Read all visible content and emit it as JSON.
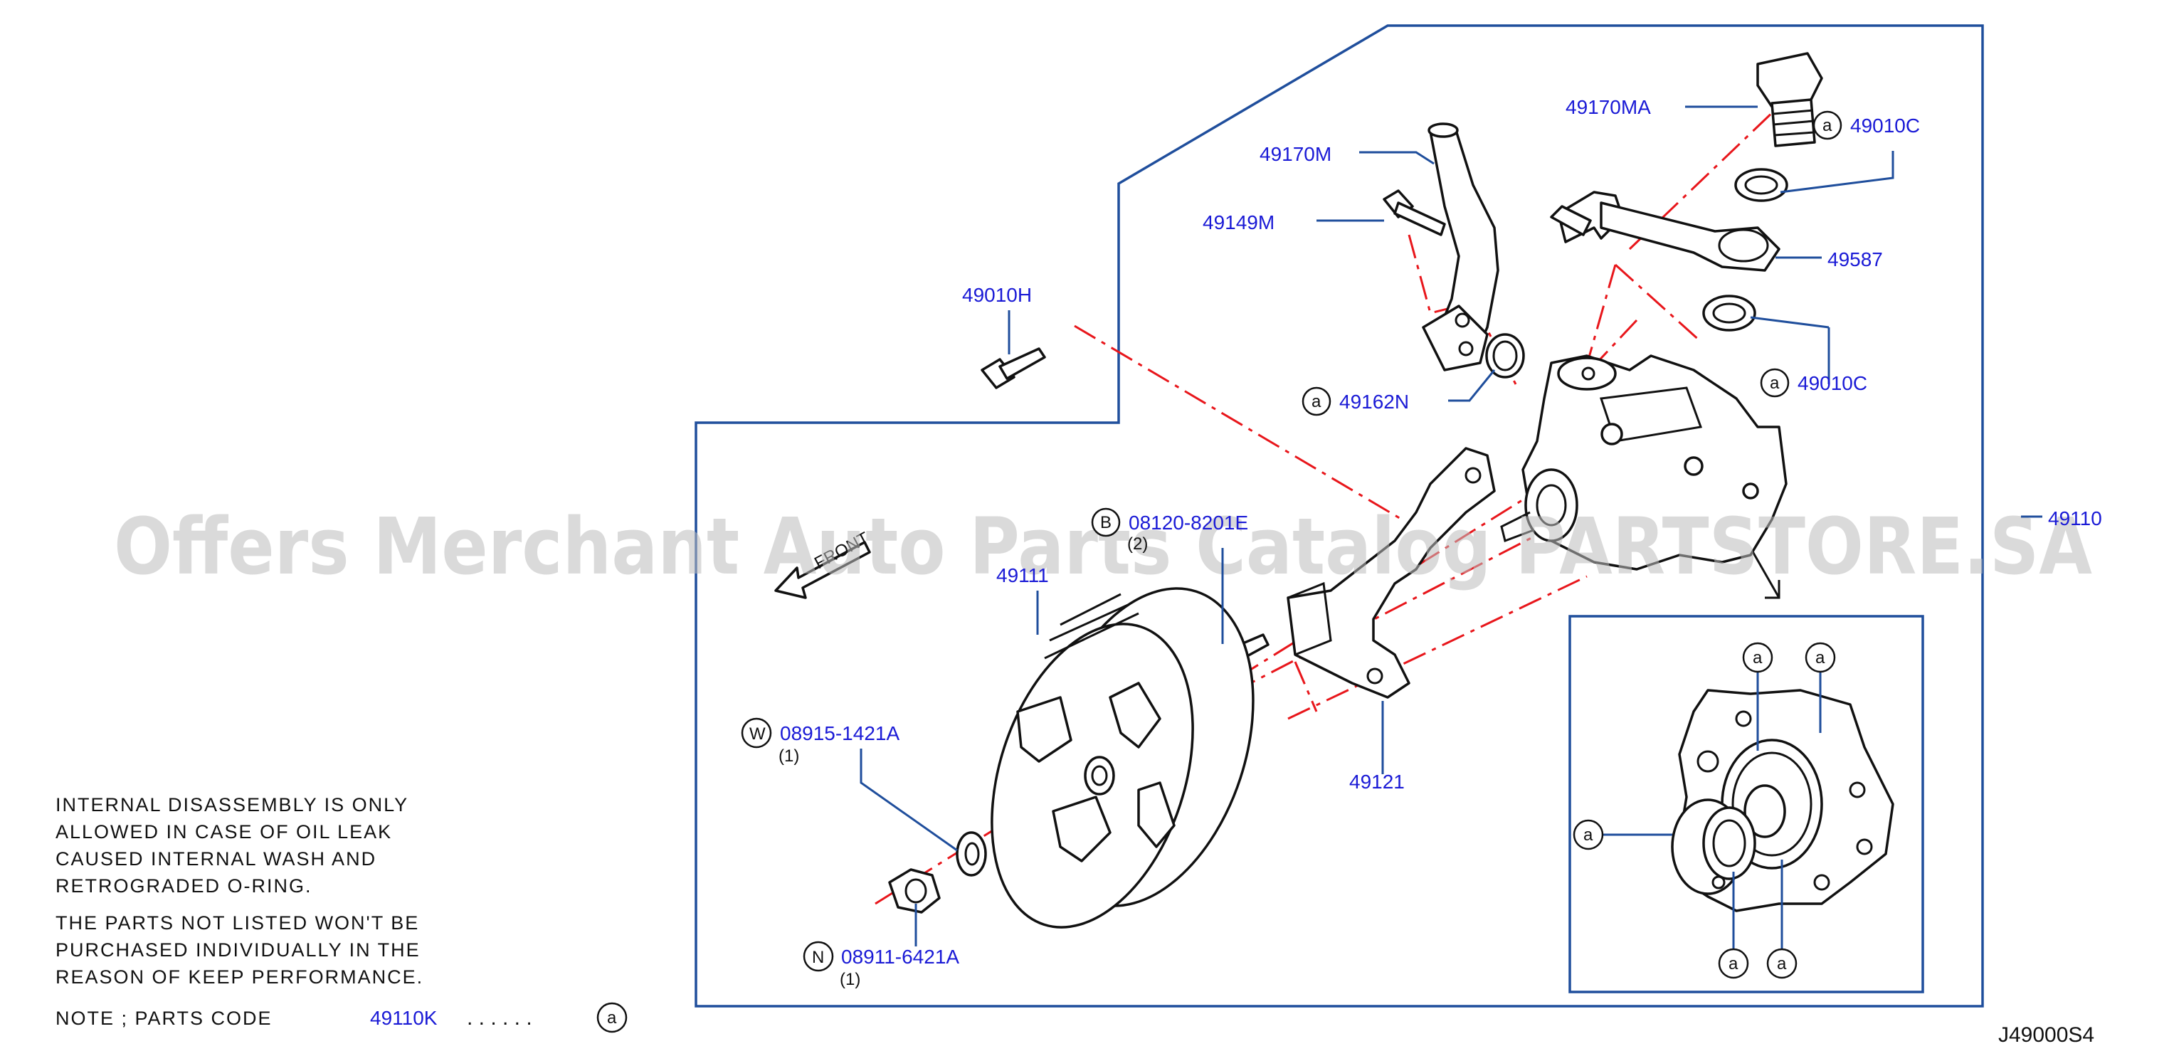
{
  "diagram_code": "J49000S4",
  "watermark": "Offers Merchant Auto Parts Catalog PARTSTORE.SA",
  "front_label": "FRONT",
  "callouts": [
    {
      "code": "49170MA"
    },
    {
      "code": "49010C",
      "symbol": "a"
    },
    {
      "code": "49170M"
    },
    {
      "code": "49149M"
    },
    {
      "code": "49587"
    },
    {
      "code": "49010H"
    },
    {
      "code": "49010C",
      "symbol": "a"
    },
    {
      "code": "49162N",
      "symbol": "a"
    },
    {
      "code": "49110"
    },
    {
      "code": "08120-8201E",
      "symbol": "B",
      "qty": "(2)"
    },
    {
      "code": "49111"
    },
    {
      "code": "08915-1421A",
      "symbol": "W",
      "qty": "(1)"
    },
    {
      "code": "49121"
    },
    {
      "code": "08911-6421A",
      "symbol": "N",
      "qty": "(1)"
    }
  ],
  "inset_markers": [
    "a",
    "a",
    "a",
    "a",
    "a"
  ],
  "notes": {
    "lines": [
      "INTERNAL  DISASSEMBLY  IS  ONLY",
      "ALLOWED  IN  CASE  OF  OIL  LEAK",
      "CAUSED  INTERNAL  WASH  AND",
      "RETROGRADED  O-RING.",
      "THE  PARTS  NOT  LISTED  WON'T  BE",
      "PURCHASED  INDIVIDUALLY  IN  THE",
      "REASON  OF  KEEP  PERFORMANCE."
    ],
    "parts_code_label": "NOTE  ;  PARTS  CODE",
    "parts_code_value": "49110K",
    "parts_code_dots": ". . . . . .",
    "parts_code_symbol": "a"
  },
  "colors": {
    "callout": "#1a1ad6",
    "frame": "#1f4e9c",
    "centerline": "#e8161b",
    "line": "#111111"
  }
}
